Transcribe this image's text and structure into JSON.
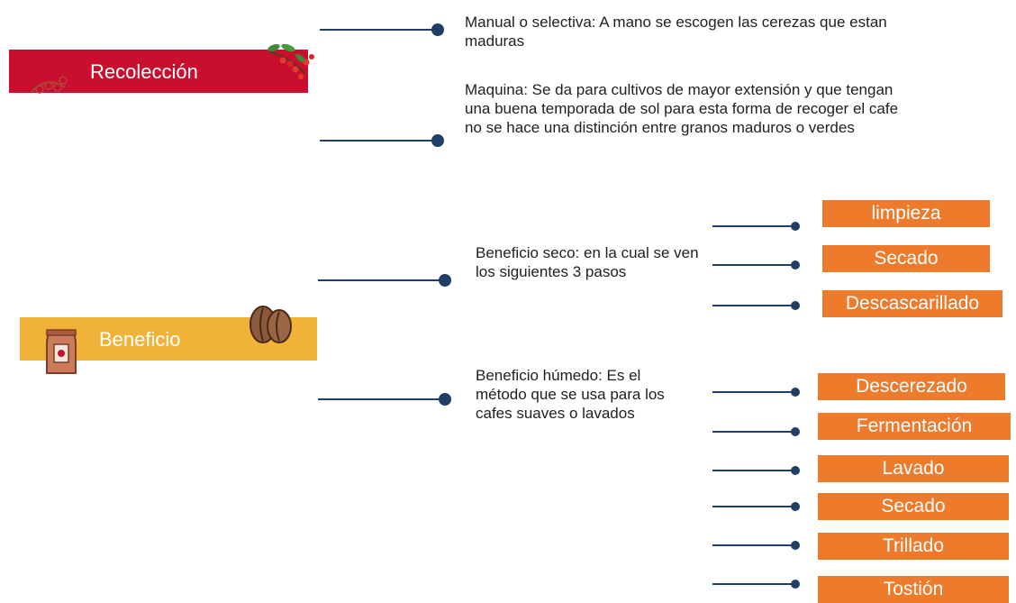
{
  "colors": {
    "recoleccion": "#c8102e",
    "beneficio": "#f0b237",
    "step": "#ee7a2b",
    "connector": "#1f3f66"
  },
  "recoleccion": {
    "label": "Recolección",
    "icon": "coffee-branch-icon",
    "methods": [
      "Manual o selectiva: A mano se escogen las cerezas que estan maduras",
      "Maquina: Se da para cultivos de mayor extensión y que tengan una buena temporada de sol para esta forma de recoger el cafe no se hace una distinción entre granos maduros o verdes"
    ]
  },
  "beneficio": {
    "label": "Beneficio",
    "icons": [
      "coffee-bag-icon",
      "coffee-bean-icon"
    ],
    "seco": {
      "description": "Beneficio seco: en la cual se ven los siguientes 3 pasos",
      "steps": [
        "limpieza",
        "Secado",
        "Descascarillado"
      ]
    },
    "humedo": {
      "description": "Beneficio húmedo: Es el método que se usa para los cafes suaves o lavados",
      "steps": [
        "Descerezado",
        "Fermentación",
        "Lavado",
        "Secado",
        "Trillado",
        "Tostión"
      ]
    }
  }
}
